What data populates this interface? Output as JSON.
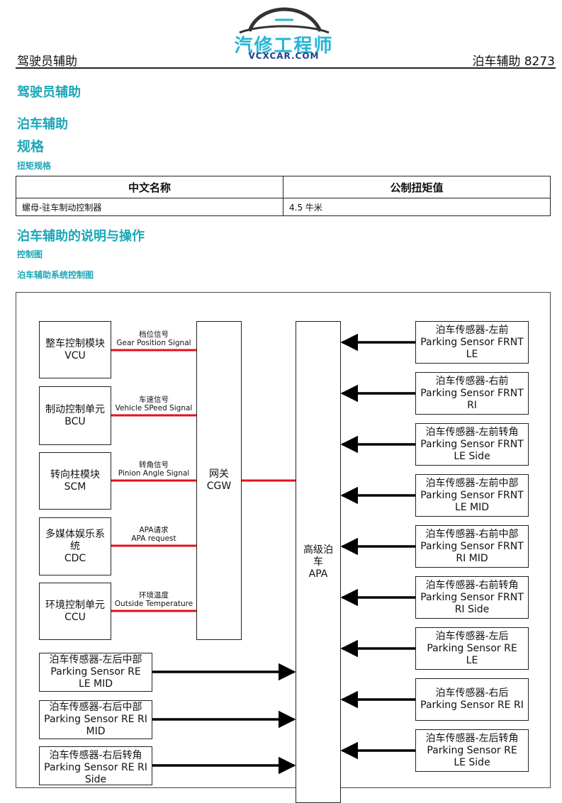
{
  "logo": {
    "text": "汽修工程师",
    "url": "VCXCAR.COM"
  },
  "header": {
    "left": "驾驶员辅助",
    "right": "泊车辅助  8273"
  },
  "headings": {
    "section": "驾驶员辅助",
    "chapter": "泊车辅助",
    "spec": "规格",
    "torque_spec": "扭矩规格",
    "description": "泊车辅助的说明与操作",
    "control_diagram": "控制图",
    "system_diagram": "泊车辅助系统控制图"
  },
  "torque_table": {
    "headers": [
      "中文名称",
      "公制扭矩值"
    ],
    "rows": [
      [
        "螺母-驻车制动控制器",
        "4.5  牛米"
      ]
    ]
  },
  "diagram": {
    "left_modules": [
      {
        "line1": "整车控制模块",
        "line2": "VCU",
        "signal_cn": "档位信号",
        "signal_en": "Gear Position Signal"
      },
      {
        "line1": "制动控制单元",
        "line2": "BCU",
        "signal_cn": "车速信号",
        "signal_en": "Vehicle SPeed Signal"
      },
      {
        "line1": "转向柱模块",
        "line2": "SCM",
        "signal_cn": "转角信号",
        "signal_en": "Pinion Angle Signal"
      },
      {
        "line1": "多媒体娱乐系统",
        "line2": "CDC",
        "signal_cn": "APA请求",
        "signal_en": "APA request"
      },
      {
        "line1": "环境控制单元",
        "line2": "CCU",
        "signal_cn": "环境温度",
        "signal_en": "Outside Temperature"
      }
    ],
    "gateway": {
      "line1": "网关",
      "line2": "CGW"
    },
    "apa": {
      "line1": "高级泊车",
      "line2": "APA"
    },
    "right_sensors": [
      {
        "line1": "泊车传感器-左前",
        "line2": "Parking Sensor FRNT LE"
      },
      {
        "line1": "泊车传感器-右前",
        "line2": "Parking Sensor FRNT RI"
      },
      {
        "line1": "泊车传感器-左前转角",
        "line2": "Parking Sensor FRNT LE Side"
      },
      {
        "line1": "泊车传感器-左前中部",
        "line2": "Parking Sensor FRNT LE MID"
      },
      {
        "line1": "泊车传感器-右前中部",
        "line2": "Parking Sensor FRNT RI MID"
      },
      {
        "line1": "泊车传感器-右前转角",
        "line2": "Parking Sensor FRNT RI Side"
      },
      {
        "line1": "泊车传感器-左后",
        "line2": "Parking Sensor RE LE"
      },
      {
        "line1": "泊车传感器-右后",
        "line2": "Parking Sensor RE RI"
      },
      {
        "line1": "泊车传感器-左后转角",
        "line2": "Parking Sensor RE LE Side"
      }
    ],
    "left_sensors": [
      {
        "line1": "泊车传感器-左后中部",
        "line2": "Parking Sensor RE LE MID"
      },
      {
        "line1": "泊车传感器-右后中部",
        "line2": "Parking Sensor RE RI MID"
      },
      {
        "line1": "泊车传感器-右后转角",
        "line2": "Parking Sensor RE RI Side"
      }
    ],
    "colors": {
      "can_line": "#e3101a",
      "arrow": "#000000",
      "heading": "#1aa7b7"
    }
  }
}
